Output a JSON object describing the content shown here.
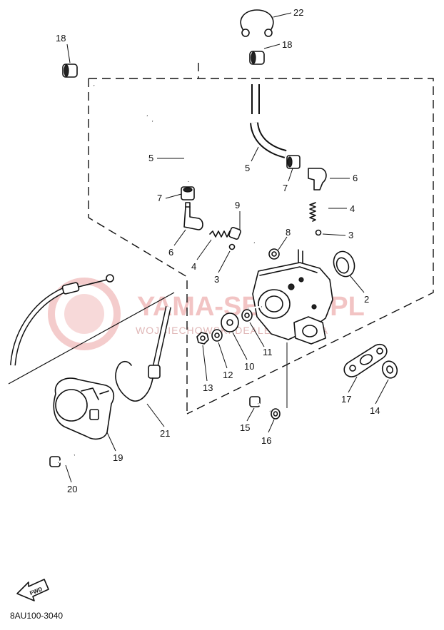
{
  "diagram": {
    "catalog_code": "8AU100-3040",
    "fwd_badge": "FWD",
    "watermark": {
      "brand": "YAMA-SERVIS.PL",
      "subtitle": "WOJCIECHOWSKI DEALER YAMAHA"
    },
    "callouts": {
      "c22": "22",
      "c18a": "18",
      "c18b": "18",
      "c5a": "5",
      "c5b": "5",
      "c7a": "7",
      "c7b": "7",
      "c6a": "6",
      "c6b": "6",
      "c9": "9",
      "c8": "8",
      "c4a": "4",
      "c4b": "4",
      "c3a": "3",
      "c3b": "3",
      "c2": "2",
      "c10": "10",
      "c11": "11",
      "c12": "12",
      "c13": "13",
      "c17": "17",
      "c14": "14",
      "c15": "15",
      "c16": "16",
      "c21": "21",
      "c19": "19",
      "c20": "20"
    }
  }
}
